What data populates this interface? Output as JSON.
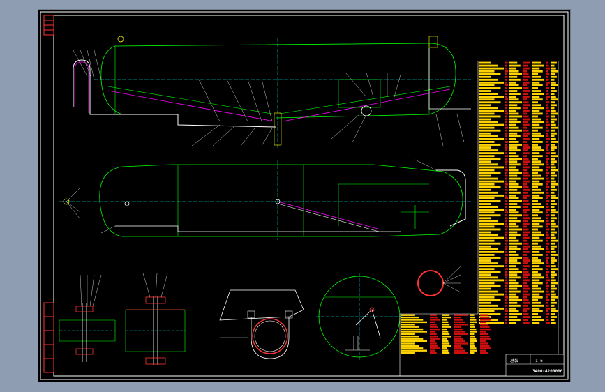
{
  "drawing": {
    "title_block_label": "总装",
    "scale_label": "1:6",
    "drawing_number": "3400-4200000"
  },
  "colors": {
    "background": "#8e9db2",
    "canvas": "#000000",
    "outline": "#00ff00",
    "pipe": "#ff00ff",
    "leader": "#ffffff",
    "center": "#00ffff",
    "table_fill": "#cc0000",
    "table_text": "#ffff00",
    "flange": "#ff3333"
  },
  "icons": {
    "frame": "border-frame",
    "bom": "bom-table"
  }
}
